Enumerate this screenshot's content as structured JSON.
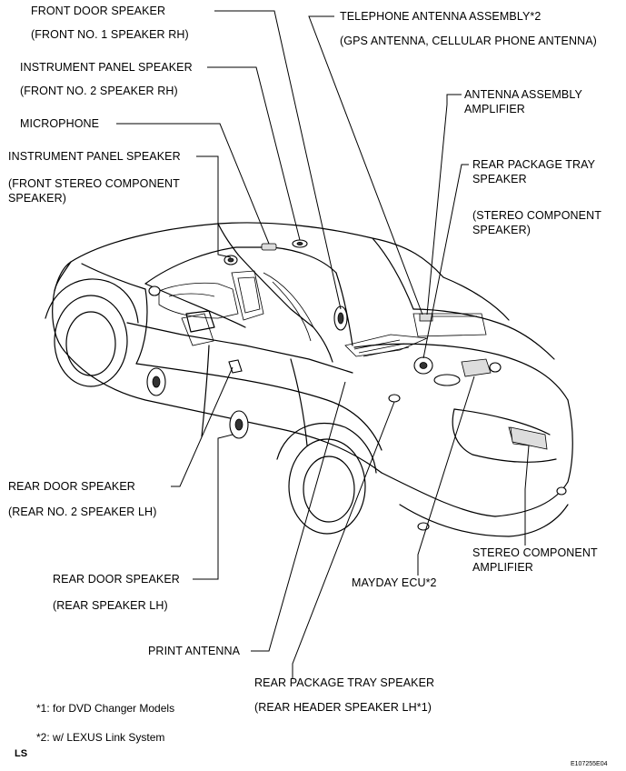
{
  "labels": {
    "front_door_speaker": "FRONT DOOR SPEAKER",
    "front_door_speaker_sub": "(FRONT NO. 1 SPEAKER RH)",
    "ip_speaker_rh": "INSTRUMENT PANEL SPEAKER",
    "ip_speaker_rh_sub": "(FRONT NO. 2 SPEAKER RH)",
    "microphone": "MICROPHONE",
    "ip_speaker_front": "INSTRUMENT PANEL SPEAKER",
    "ip_speaker_front_sub1": "(FRONT STEREO COMPONENT",
    "ip_speaker_front_sub2": "SPEAKER)",
    "telephone_antenna": "TELEPHONE ANTENNA ASSEMBLY*2",
    "telephone_antenna_sub": "(GPS ANTENNA, CELLULAR PHONE ANTENNA)",
    "antenna_amp_1": "ANTENNA ASSEMBLY",
    "antenna_amp_2": "AMPLIFIER",
    "rear_tray_1": "REAR PACKAGE TRAY",
    "rear_tray_2": "SPEAKER",
    "rear_tray_sub1": "(STEREO COMPONENT",
    "rear_tray_sub2": "SPEAKER)",
    "rear_door_lh2": "REAR DOOR SPEAKER",
    "rear_door_lh2_sub": "(REAR NO. 2 SPEAKER LH)",
    "rear_door_lh": "REAR DOOR SPEAKER",
    "rear_door_lh_sub": "(REAR SPEAKER LH)",
    "stereo_amp_1": "STEREO COMPONENT",
    "stereo_amp_2": "AMPLIFIER",
    "mayday_ecu": "MAYDAY ECU*2",
    "print_antenna": "PRINT ANTENNA",
    "rear_tray_header": "REAR PACKAGE TRAY SPEAKER",
    "rear_tray_header_sub": "(REAR HEADER SPEAKER LH*1)"
  },
  "notes": {
    "note1": "*1: for DVD Changer Models",
    "note2": "*2: w/ LEXUS Link System"
  },
  "figure_code": "E107255E04",
  "corner_mark": "LS"
}
